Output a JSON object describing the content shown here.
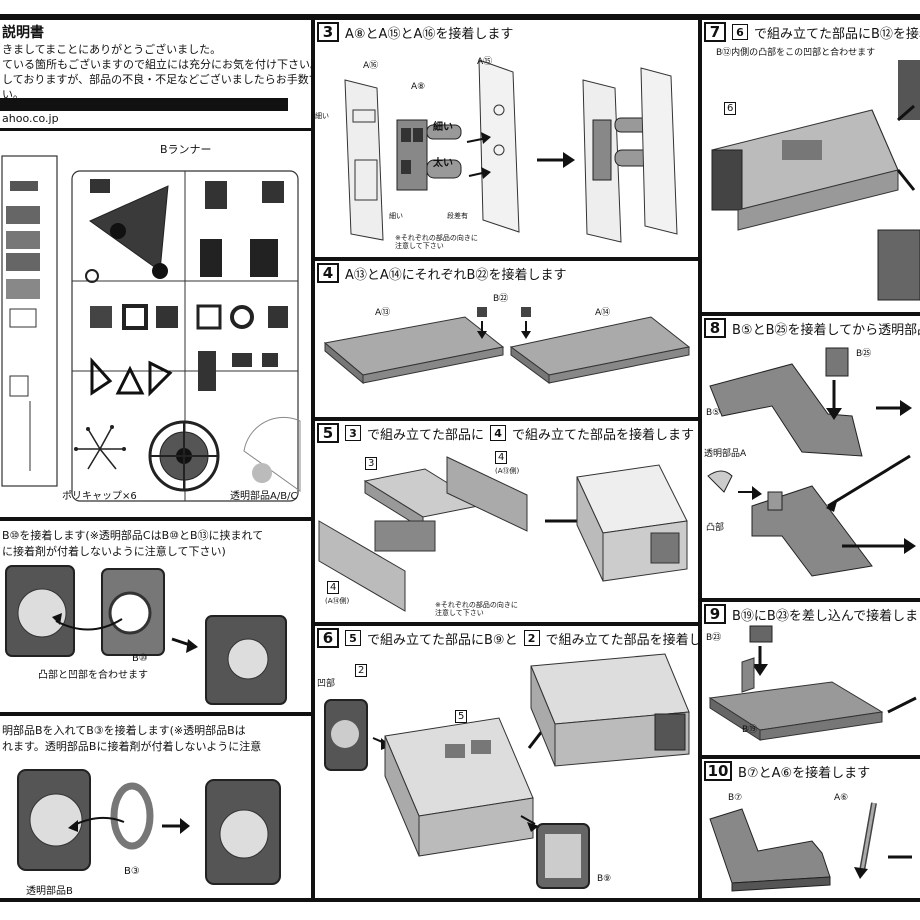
{
  "intro": {
    "title": "説明書",
    "lines": [
      "きましてまことにありがとうございました。",
      "ている箇所もございますので組立には充分にお気を付け下さい。",
      "しておりますが、部品の不良・不足などございましたらお手数です",
      "い。"
    ],
    "url_fragment": "ahoo.co.jp"
  },
  "runner": {
    "title": "Bランナー",
    "polycap": "ポリキャップ×6",
    "clear_parts": "透明部品A/B/C"
  },
  "step3": {
    "num": "3",
    "title": "A⑧とA⑮とA⑯を接着します",
    "a16": "A⑯",
    "a8": "A⑧",
    "a15": "A⑮",
    "thin1": "細い",
    "thick": "太い",
    "thin2": "細い",
    "thin3": "細い",
    "step_ok": "段差有",
    "note": "※それぞれの部品の向きに\n注意して下さい"
  },
  "step4": {
    "num": "4",
    "title": "A⑬とA⑭にそれぞれB㉒を接着します",
    "b22": "B㉒",
    "a13": "A⑬",
    "a14": "A⑭"
  },
  "step5": {
    "num": "5",
    "title_pre": "で組み立てた部品に",
    "title_mid": "で組み立てた部品を接着します",
    "ref3": "3",
    "ref4": "4",
    "p3": "3",
    "p4a": "4",
    "p4a_sub": "(A⑬側)",
    "p4b": "4",
    "p4b_sub": "(A⑭側)",
    "note": "※それぞれの部品の向きに\n注意して下さい"
  },
  "step6": {
    "num": "6",
    "ref5": "5",
    "title_a": "で組み立てた部品にB⑨と",
    "ref2": "2",
    "title_b": "で組み立てた部品を接着します",
    "recess": "凹部",
    "p2": "2",
    "p5": "5",
    "b9": "B⑨"
  },
  "step7": {
    "num": "7",
    "ref6": "6",
    "title": "で組み立てた部品にB⑫を接着",
    "sub": "B⑫内側の凸部をこの凹部と合わせます",
    "p6": "6"
  },
  "step8": {
    "num": "8",
    "title": "B⑤とB㉕を接着してから透明部品",
    "b25": "B㉕",
    "b5": "B⑤",
    "clearA": "透明部品A",
    "bump": "凸部"
  },
  "step9": {
    "num": "9",
    "title": "B⑲にB㉓を差し込んで接着しま す",
    "b23": "B㉓",
    "b19": "B⑲"
  },
  "step10": {
    "num": "10",
    "title": "B⑦とA⑥を接着します",
    "b7": "B⑦",
    "a6": "A⑥"
  },
  "stepL1": {
    "title_a": "B⑩を接着します(※透明部品CはB⑩とB⑬に挟まれて",
    "title_b": "に接着剤が付着しないように注意して下さい)",
    "align": "凸部と凹部を合わせます",
    "b10": "B⑩"
  },
  "stepL2": {
    "title_a": "明部品Bを入れてB③を接着します(※透明部品Bは",
    "title_b": "れます。透明部品Bに接着剤が付着しないように注意",
    "clearB": "透明部品B",
    "b3": "B③"
  }
}
